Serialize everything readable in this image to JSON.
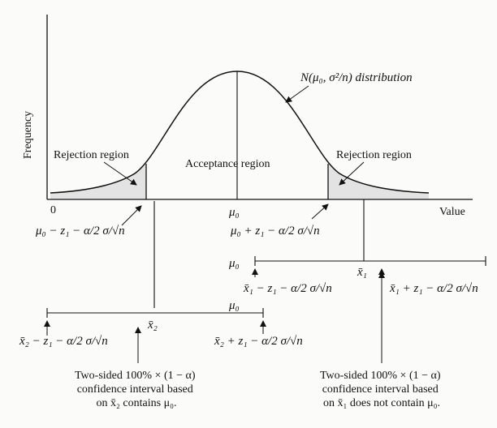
{
  "axes": {
    "y_label": "Frequency",
    "x_label": "Value",
    "origin_label": "0"
  },
  "curve": {
    "distribution_label": "N(μ₀, σ²/n) distribution"
  },
  "regions": {
    "rejection_left": "Rejection region",
    "acceptance": "Acceptance region",
    "rejection_right": "Rejection region"
  },
  "critical_values": {
    "lower": "μ₀ − z₁ − α/2 σ/√n",
    "mean": "μ₀",
    "upper": "μ₀ + z₁ − α/2 σ/√n"
  },
  "interval_1": {
    "mu_marker": "μ₀",
    "estimate": "x̄₁",
    "lower": "x̄₁ − z₁ − α/2 σ/√n",
    "upper": "x̄₁ + z₁ − α/2 σ/√n",
    "caption": [
      "Two-sided 100% × (1 − α)",
      "confidence interval based",
      "on x̄₁ does not contain μ₀."
    ]
  },
  "interval_2": {
    "mu_marker": "μ₀",
    "estimate": "x̄₂",
    "lower": "x̄₂ − z₁ − α/2 σ/√n",
    "upper": "x̄₂ + z₁ − α/2 σ/√n",
    "caption": [
      "Two-sided 100% × (1 − α)",
      "confidence interval based",
      "on x̄₂ contains μ₀."
    ]
  }
}
